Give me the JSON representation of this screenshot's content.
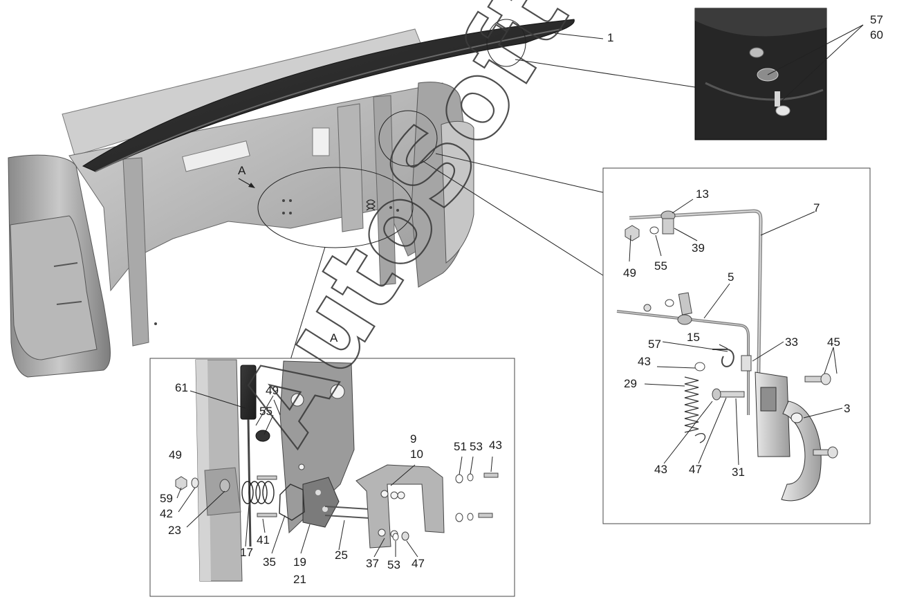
{
  "watermark": "AutoSoft",
  "view_marker": {
    "main": "A",
    "detail": "A"
  },
  "labels": {
    "l1": "1",
    "l57a": "57",
    "l60": "60",
    "l13": "13",
    "l7": "7",
    "l49a": "49",
    "l55a": "55",
    "l39": "39",
    "l5": "5",
    "l15": "15",
    "l57b": "57",
    "l33": "33",
    "l45": "45",
    "l43a": "43",
    "l29": "29",
    "l3": "3",
    "l43b": "43",
    "l47a": "47",
    "l31": "31",
    "l61": "61",
    "l49b": "49",
    "l55b": "55",
    "l9": "9",
    "l10": "10",
    "l49c": "49",
    "l51": "51",
    "l53a": "53",
    "l43c": "43",
    "l59": "59",
    "l42": "42",
    "l23": "23",
    "l41": "41",
    "l17": "17",
    "l35": "35",
    "l19": "19",
    "l21": "21",
    "l25": "25",
    "l37": "37",
    "l53b": "53",
    "l47b": "47"
  }
}
